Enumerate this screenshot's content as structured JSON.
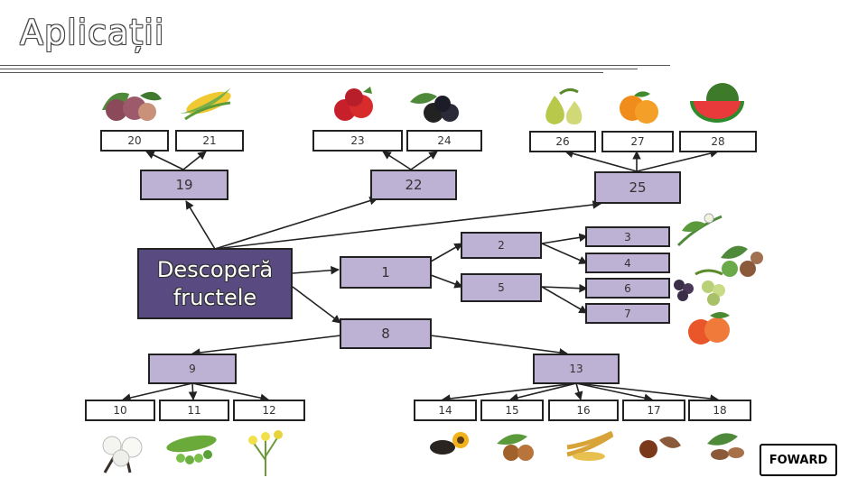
{
  "title": "Aplicații",
  "main_node": {
    "line1": "Descoperă",
    "line2": "fructele"
  },
  "nodes": {
    "n1": "1",
    "n2": "2",
    "n3": "3",
    "n4": "4",
    "n5": "5",
    "n6": "6",
    "n7": "7",
    "n8": "8",
    "n9": "9",
    "n10": "10",
    "n11": "11",
    "n12": "12",
    "n13": "13",
    "n14": "14",
    "n15": "15",
    "n16": "16",
    "n17": "17",
    "n18": "18",
    "n19": "19",
    "n20": "20",
    "n21": "21",
    "n22": "22",
    "n23": "23",
    "n24": "24",
    "n25": "25",
    "n26": "26",
    "n27": "27",
    "n28": "28"
  },
  "forward_button": "FOWARD"
}
